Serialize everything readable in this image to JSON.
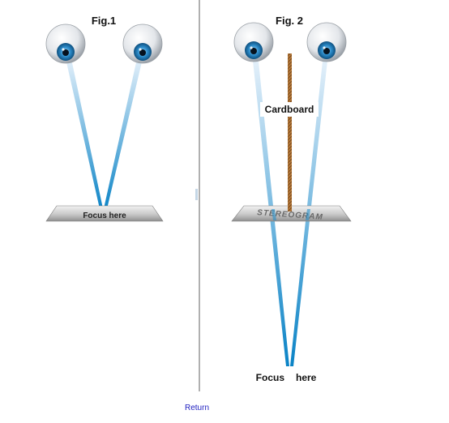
{
  "figures": {
    "fig1": {
      "title": "Fig.1",
      "plate_label": "Focus here"
    },
    "fig2": {
      "title": "Fig. 2",
      "cardboard_label": "Cardboard",
      "plate_label": "STEREOGRAM",
      "focus_word": "Focus",
      "here_word": "here"
    }
  },
  "footer": {
    "return_label": "Return"
  },
  "colors": {
    "sight_line": "#1a8ccc",
    "iris": "#2a8ac8",
    "cardboard": "#a86a30",
    "divider": "#b0b0b0",
    "link": "#2020c0"
  },
  "icons": {
    "eye": "eyeball-icon"
  }
}
